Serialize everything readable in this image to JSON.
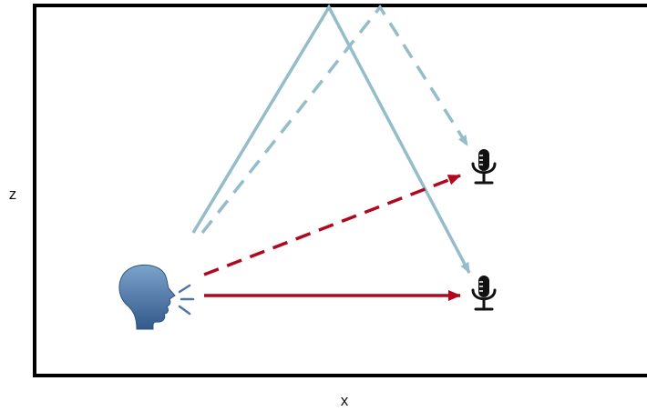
{
  "axes": {
    "x_label": "x",
    "z_label": "z"
  },
  "colors": {
    "wall": "#000000",
    "reflected_path": "#94bdc9",
    "direct_path": "#b0091f",
    "speaker_head_light": "#6b93bd",
    "speaker_head_dark": "#3b5f8c",
    "microphone": "#111111"
  },
  "icons": {
    "speaker": "speaking-head-icon",
    "receiver_upper": "microphone-icon",
    "receiver_lower": "microphone-icon"
  },
  "paths": {
    "direct": [
      "speaker-to-lower-mic",
      "speaker-to-upper-mic"
    ],
    "reflected": [
      "ceiling-reflection-to-lower-mic",
      "ceiling-reflection-to-upper-mic"
    ]
  }
}
